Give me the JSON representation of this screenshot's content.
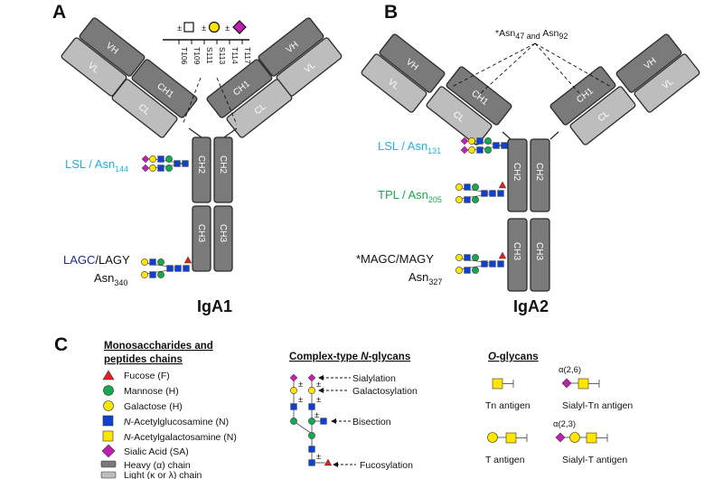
{
  "panels": {
    "a": "A",
    "b": "B",
    "c": "C"
  },
  "iga1": {
    "name": "IgA1",
    "domains": {
      "vh": "VH",
      "vl": "VL",
      "ch1": "CH1",
      "cl": "CL",
      "ch2": "CH2",
      "ch3": "CH3"
    },
    "hinge_sites": [
      "T106",
      "T109",
      "S111",
      "S113",
      "T114",
      "T117"
    ],
    "pm": "±",
    "site1_left": "LSL / Asn",
    "site1_sub": "144",
    "site2_left_a": "LAGC",
    "site2_left_b": "/LAGY",
    "site2_asn": "Asn",
    "site2_sub": "340"
  },
  "iga2": {
    "name": "IgA2",
    "top_note": "*Asn",
    "top_sub1": "47",
    "top_and": " and ",
    "top_asn2": "Asn",
    "top_sub2": "92",
    "site1": "LSL / Asn",
    "site1_sub": "131",
    "site2": "TPL / Asn",
    "site2_sub": "205",
    "site3": "*MAGC/MAGY",
    "site3_asn": "Asn",
    "site3_sub": "327"
  },
  "legend": {
    "mono_title_1": "Monosaccharides and",
    "mono_title_2": "peptides chains",
    "items": [
      {
        "label": "Fucose (F)",
        "icon": "red-triangle"
      },
      {
        "label": "Mannose (H)",
        "icon": "green-circle"
      },
      {
        "label": "Galactose (H)",
        "icon": "yellow-circle"
      },
      {
        "label_pre": "",
        "label_it": "N",
        "label_post": "-Acetylglucosamine (N)",
        "icon": "blue-square"
      },
      {
        "label_pre": "",
        "label_it": "N",
        "label_post": "-Acetylgalactosamine (N)",
        "icon": "yellow-square"
      },
      {
        "label": "Sialic Acid (SA)",
        "icon": "magenta-diamond"
      },
      {
        "label": "Heavy (α) chain",
        "icon": "dark-grey-bar"
      },
      {
        "label": "Light (κ or λ) chain",
        "icon": "light-grey-bar"
      }
    ],
    "complex_title_pre": "Complex-type ",
    "complex_title_it": "N",
    "complex_title_post": "-glycans",
    "sialylation": "Sialylation",
    "galactosylation": "Galactosylation",
    "bisection": "Bisection",
    "fucosylation": "Fucosylation",
    "o_title_it": "O",
    "o_title_post": "-glycans",
    "tn": "Tn antigen",
    "sialyl_tn": "Sialyl-Tn antigen",
    "t": "T antigen",
    "sialyl_t": "Sialyl-T antigen",
    "a26": "α(2,6)",
    "a23": "α(2,3)"
  },
  "colors": {
    "lsl": "#1cb5e0",
    "tpl": "#17a94f",
    "lagc": "#1f2a8c",
    "heavy": "#7a7a7a",
    "light": "#bdbdbd",
    "fucose": "#e3201b",
    "mannose": "#17a94f",
    "galactose": "#ffe600",
    "glcnac": "#1040d0",
    "galnac": "#ffe600",
    "sialic": "#c020b0"
  }
}
